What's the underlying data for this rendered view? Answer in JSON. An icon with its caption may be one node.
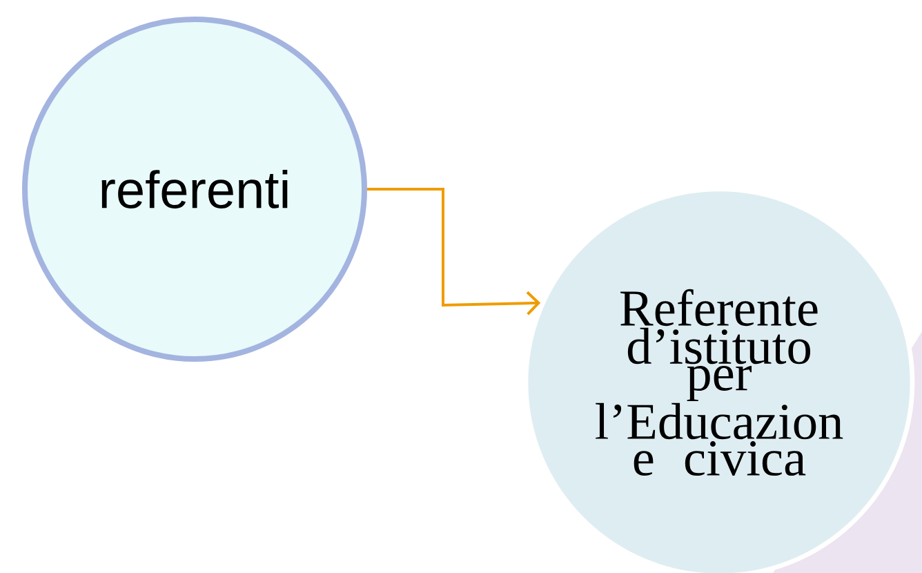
{
  "diagram": {
    "nodes": [
      {
        "text": [
          "referenti"
        ]
      },
      {
        "text": [
          "Referente d’istituto per l’Educazion e civica"
        ]
      }
    ],
    "edges": [
      {
        "from": 0,
        "to": 1,
        "arrow": "to",
        "color": "#ef9c00"
      }
    ]
  }
}
